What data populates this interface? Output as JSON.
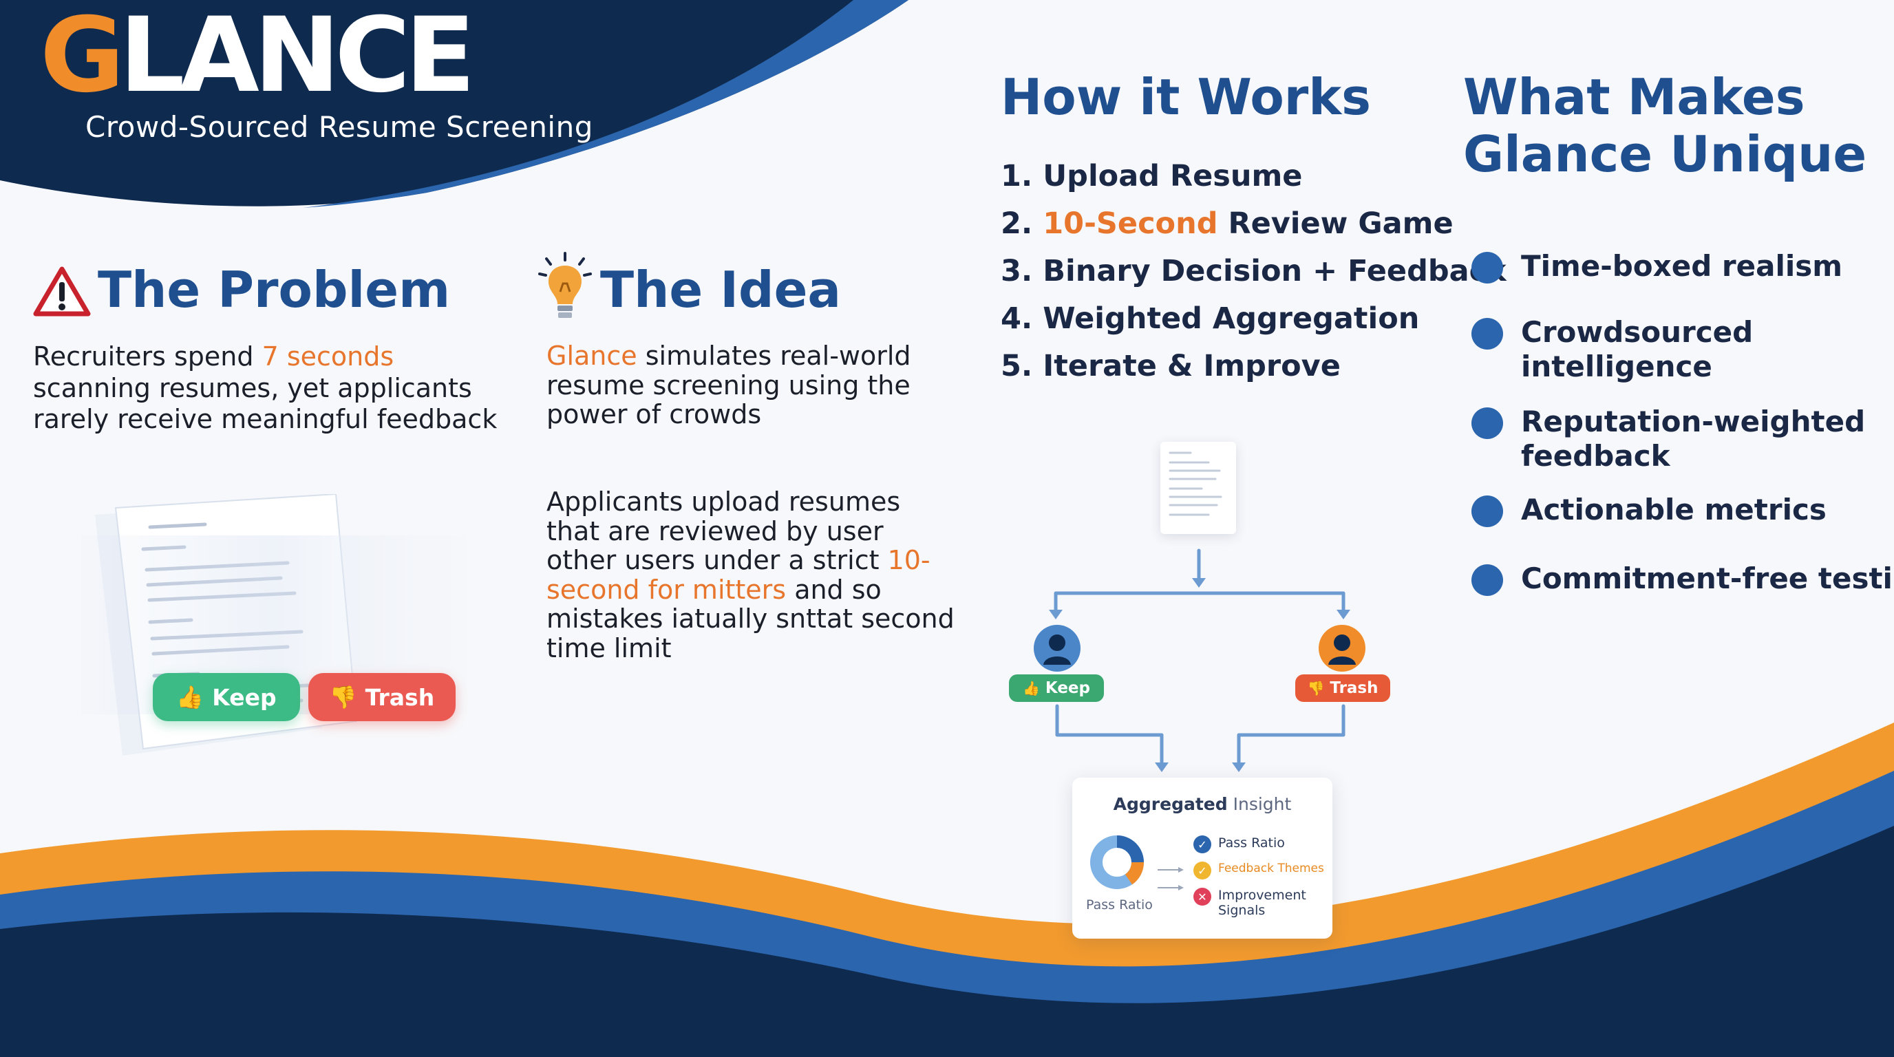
{
  "brand": {
    "logo_g": "G",
    "logo_rest": "LANCE",
    "tagline": "Crowd-Sourced Resume Screening",
    "colors": {
      "navy": "#0f2a4f",
      "blue": "#2b65ad",
      "orange": "#f08c2a",
      "title_blue": "#1f4f8f"
    }
  },
  "problem": {
    "icon": "warning-triangle-icon",
    "title": "The Problem",
    "text_before": "Recruiters spend ",
    "text_highlight": "7 seconds",
    "text_after": " scanning resumes, yet applicants rarely receive meaningful feedback",
    "keep_label": "Keep",
    "trash_label": "Trash"
  },
  "idea": {
    "icon": "lightbulb-icon",
    "title": "The Idea",
    "p1_highlight": "Glance",
    "p1_rest": " simulates real-world resume screening using the power of crowds",
    "p2_before": "Applicants upload resumes that are reviewed by user other users  under a strict ",
    "p2_highlight": "10-second for mitters",
    "p2_after": " and so mistakes iatually snttat second time limit"
  },
  "how": {
    "title": "How it Works",
    "steps": [
      {
        "num": "1.",
        "before": "Upload Resume",
        "highlight": "",
        "after": ""
      },
      {
        "num": "2.",
        "before": "",
        "highlight": "10-Second",
        "after": " Review Game"
      },
      {
        "num": "3.",
        "before": "Binary Decision + Feedback",
        "highlight": "",
        "after": ""
      },
      {
        "num": "4.",
        "before": "Weighted Aggregation",
        "highlight": "",
        "after": ""
      },
      {
        "num": "5.",
        "before": "Iterate & Improve",
        "highlight": "",
        "after": ""
      }
    ]
  },
  "unique": {
    "title_line1": "What Makes",
    "title_line2": "Glance Unique",
    "items": [
      "Time-boxed realism",
      "Crowdsourced intelligence",
      "Reputation-weighted feedback",
      "Actionable metrics",
      "Commitment-free testing"
    ]
  },
  "flow": {
    "keep_label": "Keep",
    "trash_label": "Trash",
    "agg_title_bold": "Aggregated",
    "agg_title_rest": " Insight",
    "donut_label": "Pass Ratio",
    "rows": [
      "Pass Ratio",
      "Feedback Themes",
      "Improvement Signals"
    ]
  }
}
